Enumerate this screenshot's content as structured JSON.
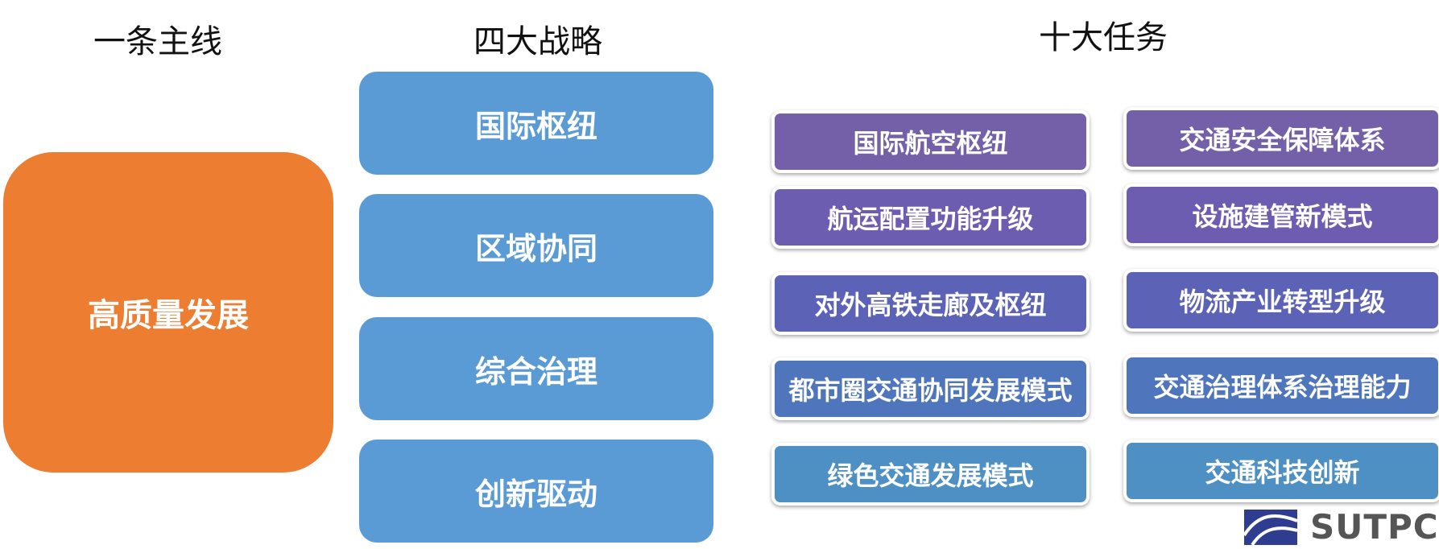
{
  "headings": {
    "main_line": "一条主线",
    "strategies": "四大战略",
    "tasks": "十大任务"
  },
  "main_line": {
    "label": "高质量发展",
    "color": "#ED7D31"
  },
  "strategies": [
    {
      "label": "国际枢纽"
    },
    {
      "label": "区域协同"
    },
    {
      "label": "综合治理"
    },
    {
      "label": "创新驱动"
    }
  ],
  "strategy_color": "#5B9BD5",
  "tasks": {
    "left": [
      {
        "label": "国际航空枢纽",
        "color": "#7460A8"
      },
      {
        "label": "航运配置功能升级",
        "color": "#6C5DB0"
      },
      {
        "label": "对外高铁走廊及枢纽",
        "color": "#5C63B6"
      },
      {
        "label": "都市圈交通协同发展模式",
        "color": "#4F76BC"
      },
      {
        "label": "绿色交通发展模式",
        "color": "#4E90C4"
      }
    ],
    "right": [
      {
        "label": "交通安全保障体系",
        "color": "#7460A8"
      },
      {
        "label": "设施建管新模式",
        "color": "#6C5DB0"
      },
      {
        "label": "物流产业转型升级",
        "color": "#5C63B6"
      },
      {
        "label": "交通治理体系治理能力",
        "color": "#4F76BC"
      },
      {
        "label": "交通科技创新",
        "color": "#4E90C4"
      }
    ]
  },
  "logo": {
    "text": "SUTPC",
    "icon": "sutpc-logo-icon"
  }
}
